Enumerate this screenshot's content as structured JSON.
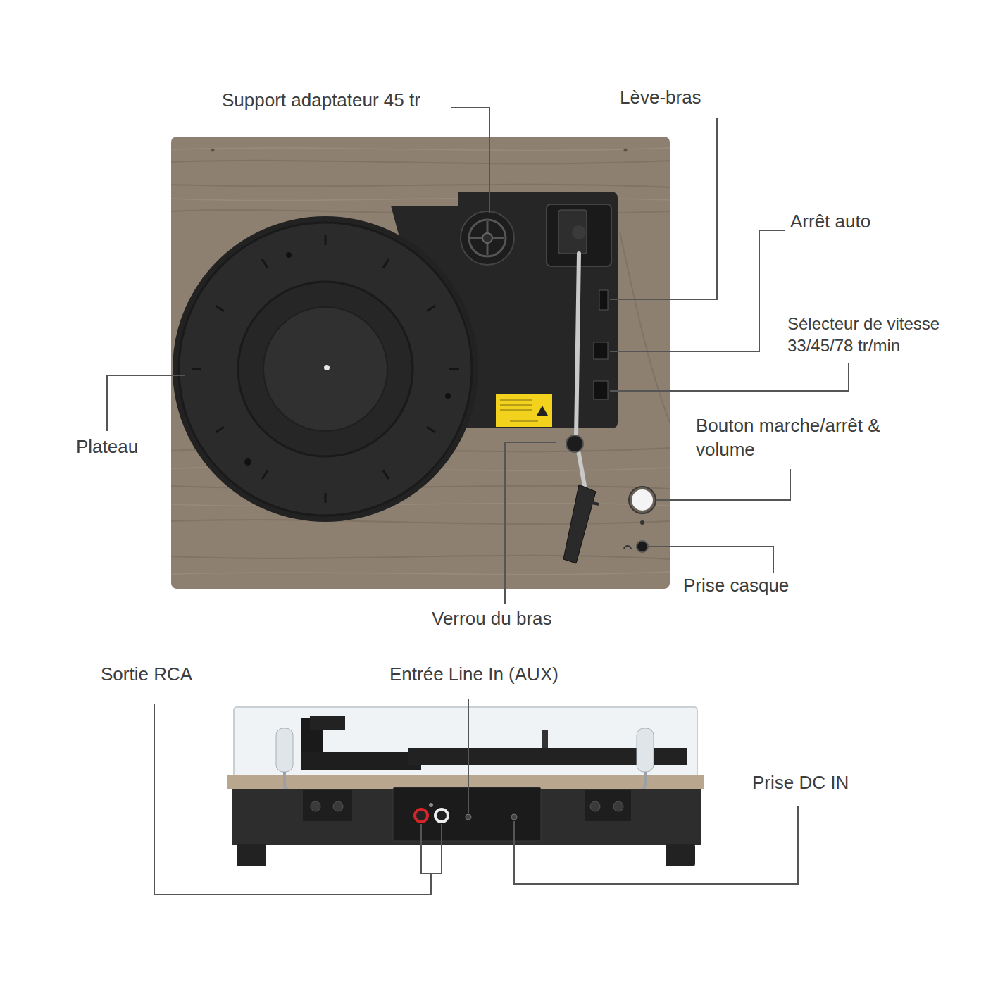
{
  "diagram": {
    "labels": [
      "Support adaptateur 45 tr",
      "Lève-bras",
      "Arrêt auto",
      "Sélecteur de vitesse 33/45/78 tr/min",
      "Plateau",
      "Bouton marche/arrêt & volume",
      "Prise casque",
      "Verrou du bras",
      "Sortie RCA",
      "Entrée Line In (AUX)",
      "Prise DC IN"
    ]
  }
}
